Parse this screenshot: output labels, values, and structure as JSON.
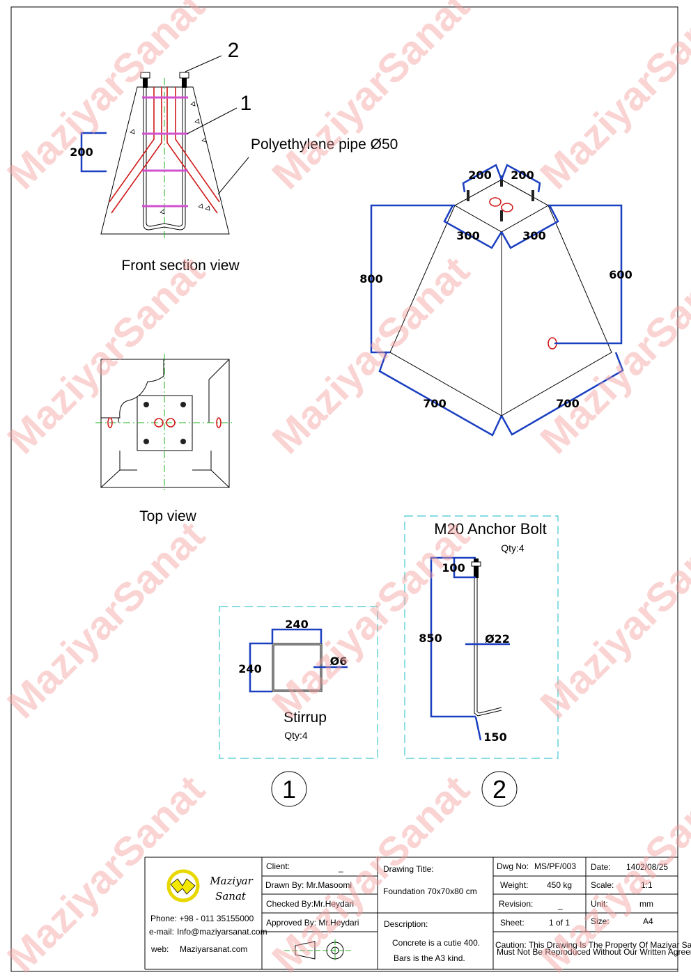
{
  "watermark": "MaziyarSanat",
  "front_view": {
    "title": "Front section view",
    "dim_stirrup_spacing": "200",
    "callout_stirrup": "1",
    "callout_bolt": "2",
    "pipe_label": "Polyethylene pipe Ø50"
  },
  "top_view": {
    "title": "Top view"
  },
  "iso_view": {
    "dim_height_left": "800",
    "dim_height_right": "600",
    "dim_base_left": "700",
    "dim_base_right": "700",
    "dim_top_left": "300",
    "dim_top_right": "300",
    "dim_bolt_left": "200",
    "dim_bolt_right": "200"
  },
  "stirrup": {
    "title": "Stirrup",
    "qty": "Qty:4",
    "width": "240",
    "height": "240",
    "diameter": "Ø6",
    "balloon": "1"
  },
  "anchor_bolt": {
    "title": "M20 Anchor Bolt",
    "qty": "Qty:4",
    "length": "850",
    "thread": "100",
    "diameter": "Ø22",
    "hook": "150",
    "balloon": "2"
  },
  "title_block": {
    "company_line1": "Maziyar",
    "company_line2": "Sanat",
    "phone": "Phone: +98 - 011 35155000",
    "email_label": "e-mail:",
    "email": "Info@maziyarsanat.com",
    "web_label": "web:",
    "web": "Maziyarsanat.com",
    "client_label": "Client:",
    "client": "_",
    "drawn_by": "Drawn By:  Mr.Masoomi",
    "checked_by": "Checked By:Mr.Heydari",
    "approved_by": "Approved By:  Mr.Heydari",
    "drawing_title_label": "Drawing Title:",
    "drawing_title": "Foundation 70x70x80 cm",
    "description_label": "Description:",
    "description_line1": "Concrete is a cutie 400.",
    "description_line2": "Bars is the A3 kind.",
    "dwg_no_label": "Dwg No:",
    "dwg_no": "MS/PF/003",
    "weight_label": "Weight:",
    "weight": "450 kg",
    "revision_label": "Revision:",
    "revision": "_",
    "sheet_label": "Sheet:",
    "sheet": "1 of 1",
    "date_label": "Date:",
    "date": "1402/08/25",
    "scale_label": "Scale:",
    "scale": "1:1",
    "unit_label": "Unit:",
    "unit": "mm",
    "size_label": "Size:",
    "size": "A4",
    "caution_line1": "Caution: This Drawing Is The Property Of Maziyar Sanat &",
    "caution_line2": "Must Not Be Reproduced Without Our Written Agreement."
  }
}
